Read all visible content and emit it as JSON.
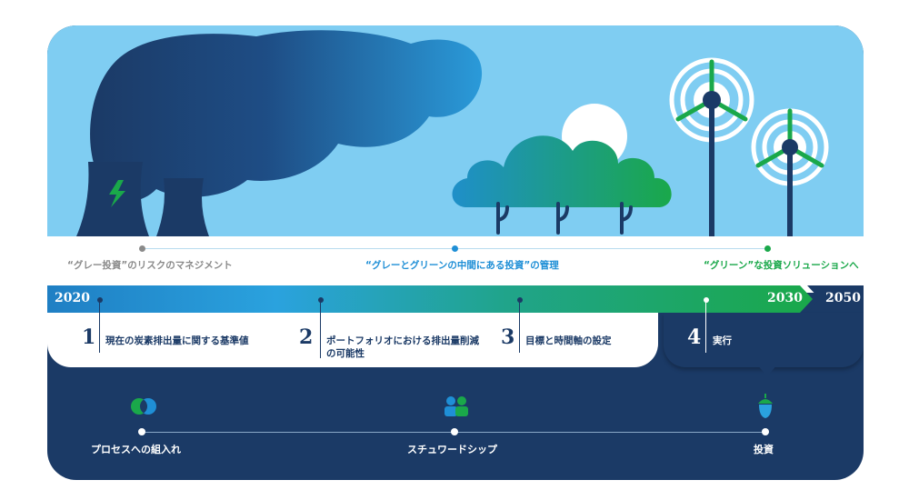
{
  "stages": [
    {
      "label": "“グレー投資”のリスクのマネジメント",
      "color": "#8a8a8a"
    },
    {
      "label": "“グレーとグリーンの中間にある投資”の管理",
      "color": "#1f8fd6"
    },
    {
      "label": "“グリーン”な投資ソリューションへ",
      "color": "#1aa84a"
    }
  ],
  "timeline": {
    "start_year": "2020",
    "mid_year": "2030",
    "end_year": "2050"
  },
  "steps": [
    {
      "number": "1",
      "label": "現在の炭素排出量に関する基準値"
    },
    {
      "number": "2",
      "line1": "ポートフォリオにおける排出量削減",
      "line2": "の可能性"
    },
    {
      "number": "3",
      "label": "目標と時間軸の設定"
    },
    {
      "number": "4",
      "label": "実行"
    }
  ],
  "pillars": [
    {
      "label": "プロセスへの組入れ",
      "icon": "overlap-circles-icon"
    },
    {
      "label": "スチュワードシップ",
      "icon": "people-icon"
    },
    {
      "label": "投資",
      "icon": "acorn-icon"
    }
  ],
  "colors": {
    "navy": "#1b3a66",
    "sky": "#7fcdf2",
    "green": "#1aa84a",
    "blue": "#1f8fd6",
    "grey": "#8a8a8a"
  }
}
